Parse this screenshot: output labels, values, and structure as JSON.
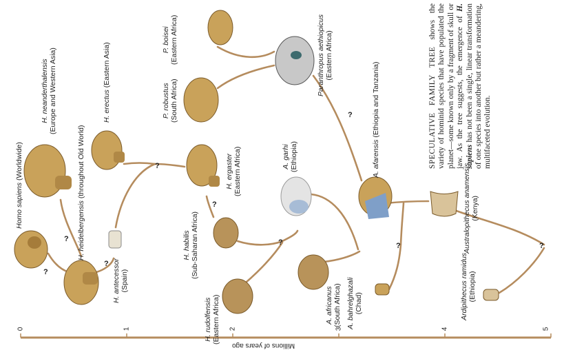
{
  "caption": {
    "heading": "SPECULATIVE FAMILY TREE",
    "part1": " shows the variety of hominid species that have populated the planet—some known only by a fragment of skull or jaw. As the tree suggests, the emergence of ",
    "italic1": "H. sapiens",
    "part2": " has not been a single, linear transformation of one species into another but rather a meandering, multifaceted evolution."
  },
  "axis": {
    "label": "Millions of years ago",
    "ticks": [
      "0",
      "1",
      "2",
      "3",
      "4",
      "5"
    ]
  },
  "species": [
    {
      "name": "Homo sapiens",
      "region": "(Worldwide)"
    },
    {
      "name": "H. neanderthalensis",
      "region": "(Europe and Western Asia)"
    },
    {
      "name": "H. heidelbergensis",
      "region": "(throughout Old World)"
    },
    {
      "name": "H. erectus",
      "region": "(Eastern Asia)"
    },
    {
      "name": "H. antecessor",
      "region": "(Spain)"
    },
    {
      "name": "H. ergaster",
      "region": "(Eastern Africa)"
    },
    {
      "name": "H. habilis",
      "region": "(Sub-Saharan Africa)"
    },
    {
      "name": "H. rudolfensis",
      "region": "(Eastern Africa)"
    },
    {
      "name": "P. boisei",
      "region": "(Eastern Africa)"
    },
    {
      "name": "P. robustus",
      "region": "(South Africa)"
    },
    {
      "name": "Paranthropus aethiopicus",
      "region": "(Eastern Africa)"
    },
    {
      "name": "A. garhi",
      "region": "(Ethiopia)"
    },
    {
      "name": "A. afarensis",
      "region": "(Ethiopia and Tanzania)"
    },
    {
      "name": "A. africanus",
      "region": "(South Africa)"
    },
    {
      "name": "A. bahrelghazali",
      "region": "(Chad)"
    },
    {
      "name": "Australopithecus anamensis",
      "region": "(Kenya)"
    },
    {
      "name": "Ardipithecus ramidus",
      "region": "(Ethiopia)"
    }
  ],
  "question_mark": "?",
  "colors": {
    "branch": "#b58c5e",
    "skull": "#c9a25a",
    "skull_dark": "#7a5a2a",
    "blue_skull": "#7f9fc8",
    "axis": "#b58c5e"
  }
}
